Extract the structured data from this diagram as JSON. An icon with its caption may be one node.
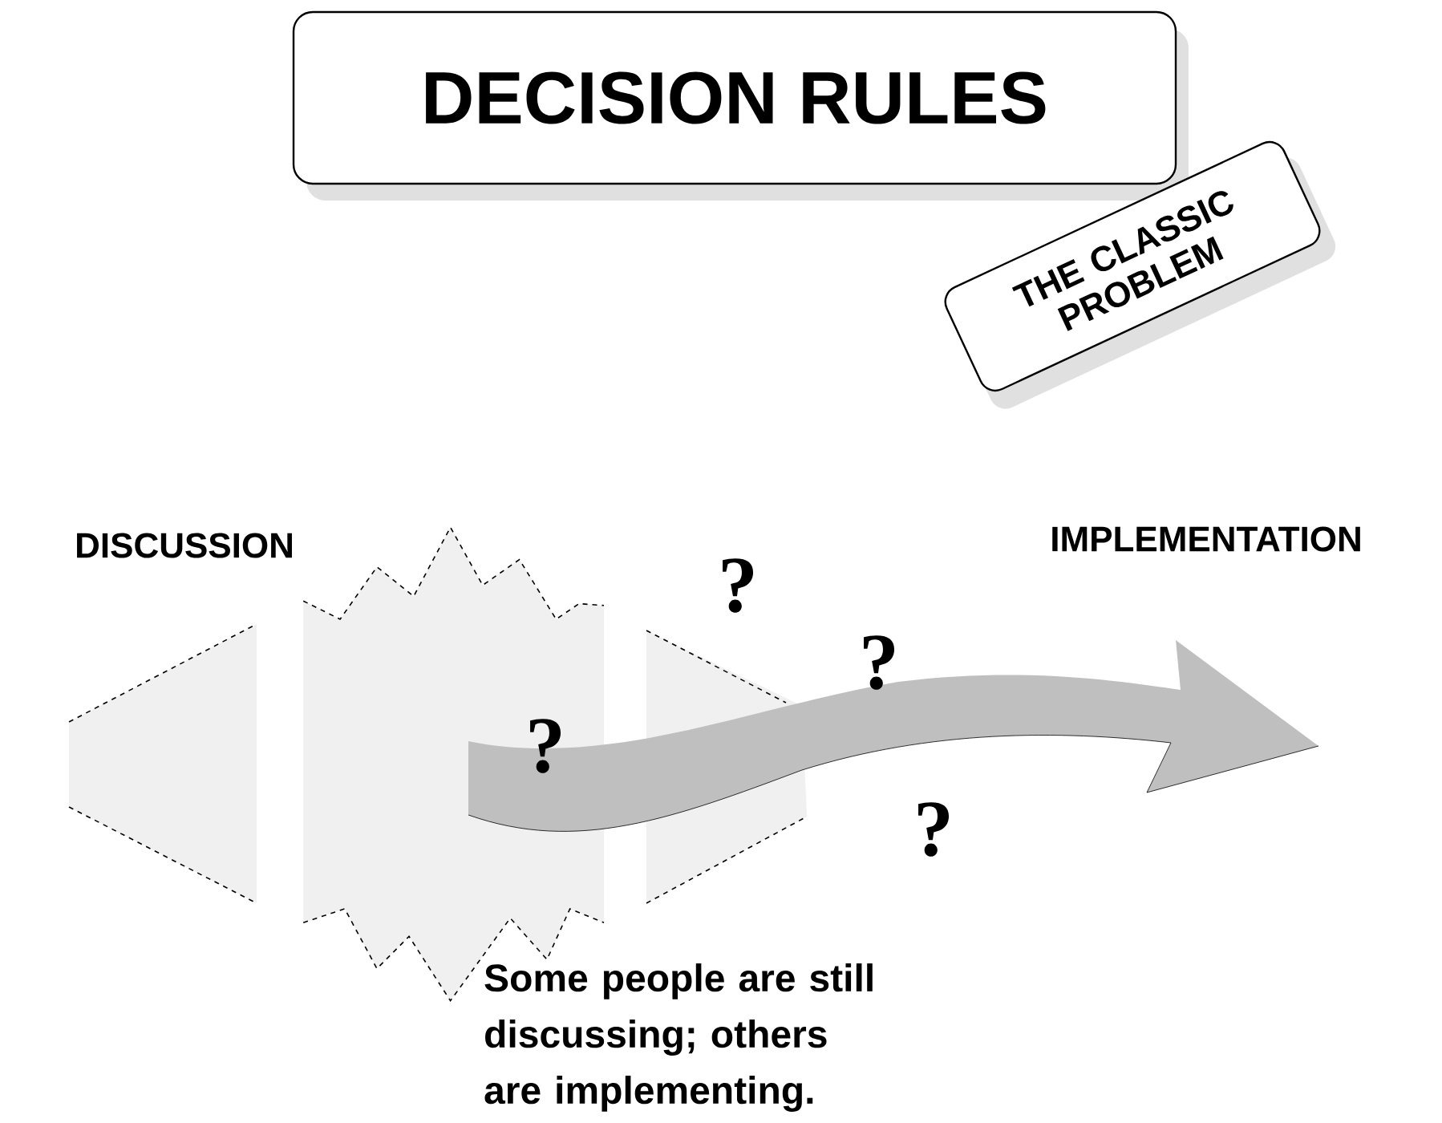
{
  "diagram": {
    "nodes": [
      {
        "text": [
          "DECISION RULES"
        ]
      },
      {
        "text": [
          "THE CLASSIC PROBLEM"
        ]
      }
    ],
    "labels": [
      "DISCUSSION",
      "IMPLEMENTATION",
      "?",
      "?",
      "?",
      "?",
      "Some people are still discussing; others are implementing."
    ]
  }
}
